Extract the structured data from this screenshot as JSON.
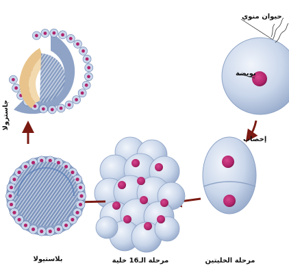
{
  "labels": {
    "sperm": "حيوان منوي",
    "egg": "بويضة",
    "fertilization": "إخصاب",
    "two_cell_stage": "مرحلة الخليتين",
    "sixteen_cell_stage": "مرحلة الـ16 خلية",
    "blastula": "بلاستيولا",
    "gastrula": "جاسترولا"
  },
  "colors": {
    "cell_light": "#dde6f3",
    "cell_mid": "#a9bcd8",
    "cell_dark": "#6f86ad",
    "nucleus": "#b0246b",
    "nucleus_dark": "#6e0f3f",
    "arrow": "#7a1a12",
    "endoderm": "#e8c48c",
    "wall_blue": "#4f78b8"
  }
}
